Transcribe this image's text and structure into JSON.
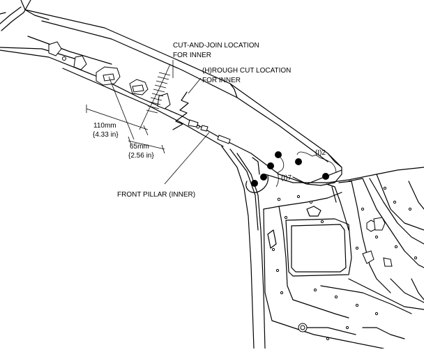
{
  "labels": {
    "cut_join_line1": "CUT-AND-JOIN LOCATION",
    "cut_join_line2": "FOR INNER",
    "rough_cut_line1": "(H)ROUGH CUT LOCATION",
    "rough_cut_line2": "FOR INNER",
    "dim_110_mm": "110mm",
    "dim_110_in": "{4.33 in}",
    "dim_65_mm": "65mm",
    "dim_65_in": "{2.56 in}",
    "front_pillar": "FRONT PILLAR (INNER)",
    "weld_group_2": "(I)2",
    "weld_group_7": "(I)7"
  }
}
